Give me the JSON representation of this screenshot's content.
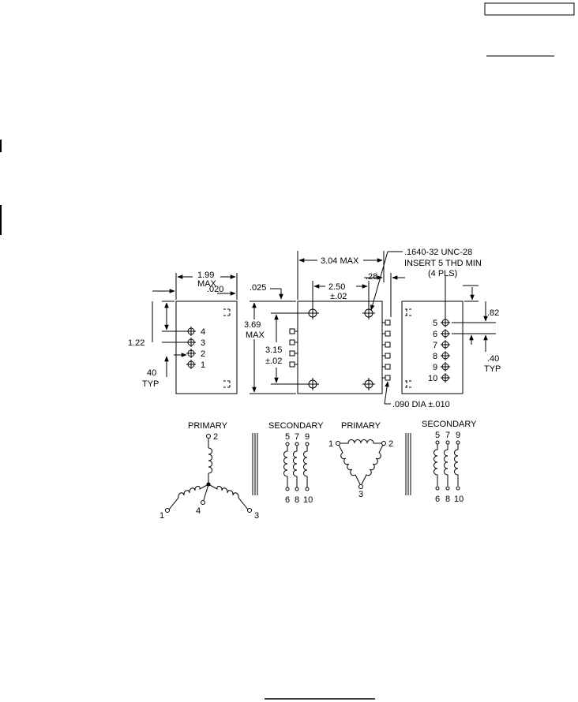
{
  "dimensions": {
    "side_width": "1.99",
    "side_width_unit": "MAX",
    "side_offset": ".020",
    "pin_spacing_left": "1.22",
    "pin_spacing_left_unit": "40",
    "pin_spacing_left_typ": "TYP",
    "height": "3.69",
    "height_unit": "MAX",
    "top_offset": ".025",
    "hole_spacing_v": "3.15",
    "hole_spacing_v_tol": "±.02",
    "overall_width": "3.04 MAX",
    "hole_spacing_h": "2.50",
    "hole_spacing_h_tol": "±.02",
    "edge_offset": ".28",
    "insert_callout_1": ".1640-32 UNC-28",
    "insert_callout_2": "INSERT 5 THD MIN",
    "insert_callout_3": "(4 PLS)",
    "pin_offset_right": ".82",
    "pin_pitch_right": ".40",
    "pin_pitch_right_typ": "TYP",
    "pin_dia": ".090 DIA ±.010"
  },
  "pins_left": [
    "4",
    "3",
    "2",
    "1"
  ],
  "pins_right": [
    "5",
    "6",
    "7",
    "8",
    "9",
    "10"
  ],
  "schematic_wye": {
    "primary_label": "PRIMARY",
    "secondary_label": "SECONDARY",
    "top_pin": "2",
    "left_pin": "1",
    "neutral_pin": "4",
    "right_pin": "3",
    "sec_top": [
      "5",
      "7",
      "9"
    ],
    "sec_bottom": [
      "6",
      "8",
      "10"
    ]
  },
  "schematic_delta": {
    "primary_label": "PRIMARY",
    "secondary_label": "SECONDARY",
    "left_pin": "1",
    "right_pin": "2",
    "bottom_pin": "3",
    "sec_top": [
      "5",
      "7",
      "9"
    ],
    "sec_bottom": [
      "6",
      "8",
      "10"
    ]
  }
}
